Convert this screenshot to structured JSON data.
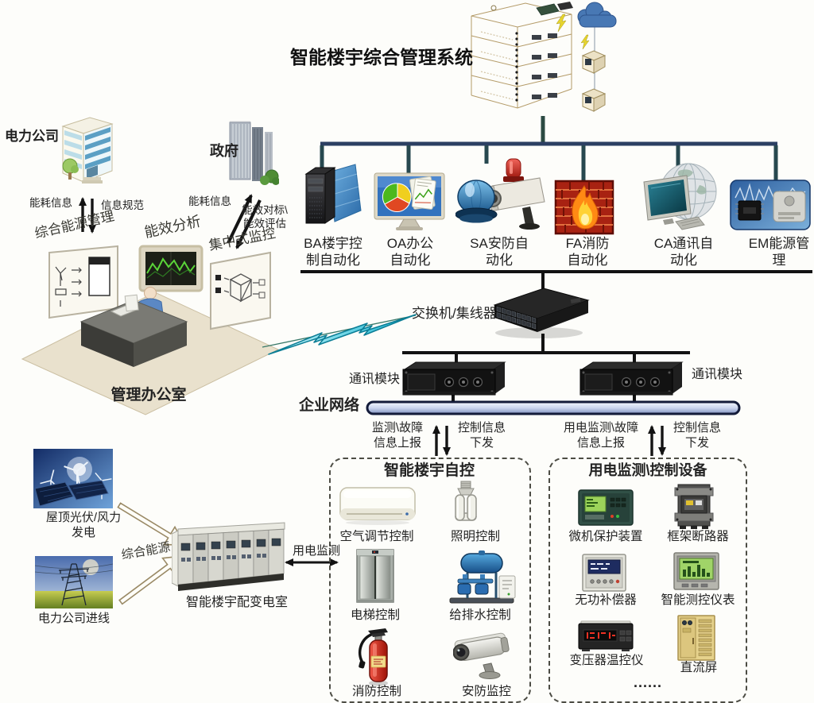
{
  "title": "智能楼宇综合管理系统",
  "upper_left": {
    "power_company": "电力公司",
    "government": "政府",
    "pc_up_label": "能耗信息",
    "pc_down_label": "信息规范",
    "gov_up_label": "能耗信息",
    "gov_eval_label": "能效对标\\\n能效评估",
    "board_energy": "综合能源管理",
    "board_analysis": "能效分析",
    "board_monitor": "集中式监控",
    "office": "管理办公室"
  },
  "subsystems": [
    {
      "label": "BA楼宇控\n制自动化",
      "icon": "server-icon"
    },
    {
      "label": "OA办公\n自动化",
      "icon": "monitor-pie-icon"
    },
    {
      "label": "SA安防自\n动化",
      "icon": "camera-siren-icon"
    },
    {
      "label": "FA消防\n自动化",
      "icon": "firewall-flame-icon"
    },
    {
      "label": "CA通讯自\n动化",
      "icon": "globe-monitor-icon"
    },
    {
      "label": "EM能源管\n理",
      "icon": "energy-module-icon"
    }
  ],
  "network": {
    "switch_label": "交换机/集线器",
    "comm_module_left": "通讯模块",
    "comm_module_right": "通讯模块",
    "enterprise": "企业网络",
    "flow_up_left": "监测\\故障\n信息上报",
    "flow_down_left": "控制信息\n下发",
    "flow_up_right": "用电监测\\故障\n信息上报",
    "flow_down_right": "控制信息\n下发"
  },
  "power_chain": {
    "pv_wind": "屋顶光伏/风力\n发电",
    "grid_line": "电力公司进线",
    "integrated_energy": "综合能源",
    "substation": "智能楼宇配变电室",
    "power_monitor": "用电监测"
  },
  "building_box": {
    "title": "智能楼宇自控",
    "items": [
      "空气调节控制",
      "照明控制",
      "电梯控制",
      "给排水控制",
      "消防控制",
      "安防监控"
    ],
    "item_icons": [
      "air-conditioner-icon",
      "cfl-bulb-icon",
      "elevator-icon",
      "water-pump-icon",
      "fire-extinguisher-icon",
      "cctv-camera-icon"
    ]
  },
  "power_box": {
    "title": "用电监测\\控制设备",
    "items": [
      "微机保护装置",
      "框架断路器",
      "无功补偿器",
      "智能测控仪表",
      "变压器温控仪",
      "直流屏"
    ],
    "item_icons": [
      "protection-relay-icon",
      "frame-breaker-icon",
      "reactive-compensator-icon",
      "smart-meter-icon",
      "temperature-controller-icon",
      "dc-panel-icon"
    ],
    "more": "......"
  },
  "colors": {
    "tree_line": "#2c4452",
    "black_line": "#121212",
    "enterprise_bus_border": "#141c3a",
    "enterprise_bus_fill": "#ccd6ee",
    "lightning_cyan": "#12b2cf",
    "flame_wall_red": "#a82212",
    "dashed_border": "#4c4c44"
  }
}
